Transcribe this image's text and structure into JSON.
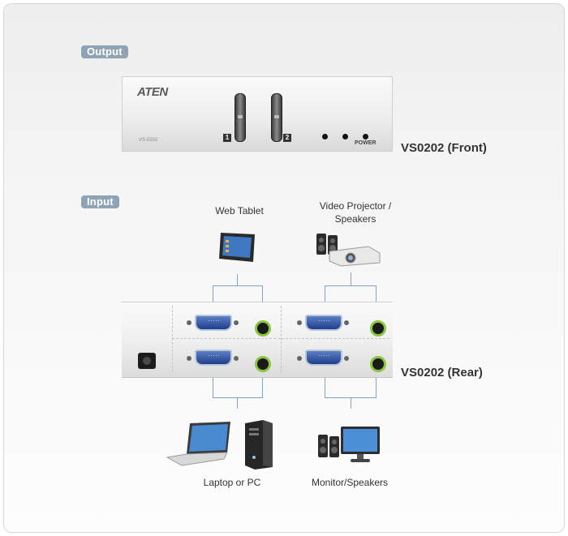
{
  "labels": {
    "output": "Output",
    "input": "Input",
    "front_model": "VS0202 (Front)",
    "rear_model": "VS0202 (Rear)",
    "web_tablet": "Web Tablet",
    "projector_line1": "Video Projector /",
    "projector_line2": "Speakers",
    "laptop_pc": "Laptop or PC",
    "monitor_speakers": "Monitor/Speakers"
  },
  "front_panel": {
    "logo": "ATEN",
    "model_small": "VS-0202",
    "power": "POWER",
    "port_numbers": [
      "1",
      "2"
    ]
  },
  "colors": {
    "tag_bg": "#8ea3b4",
    "vga_blue": "#1e3f8c",
    "audio_green": "#8cc63f",
    "wire": "#7fa4c8"
  },
  "icons": [
    "tablet-icon",
    "projector-icon",
    "speaker-icon",
    "laptop-icon",
    "pc-tower-icon",
    "monitor-icon"
  ]
}
